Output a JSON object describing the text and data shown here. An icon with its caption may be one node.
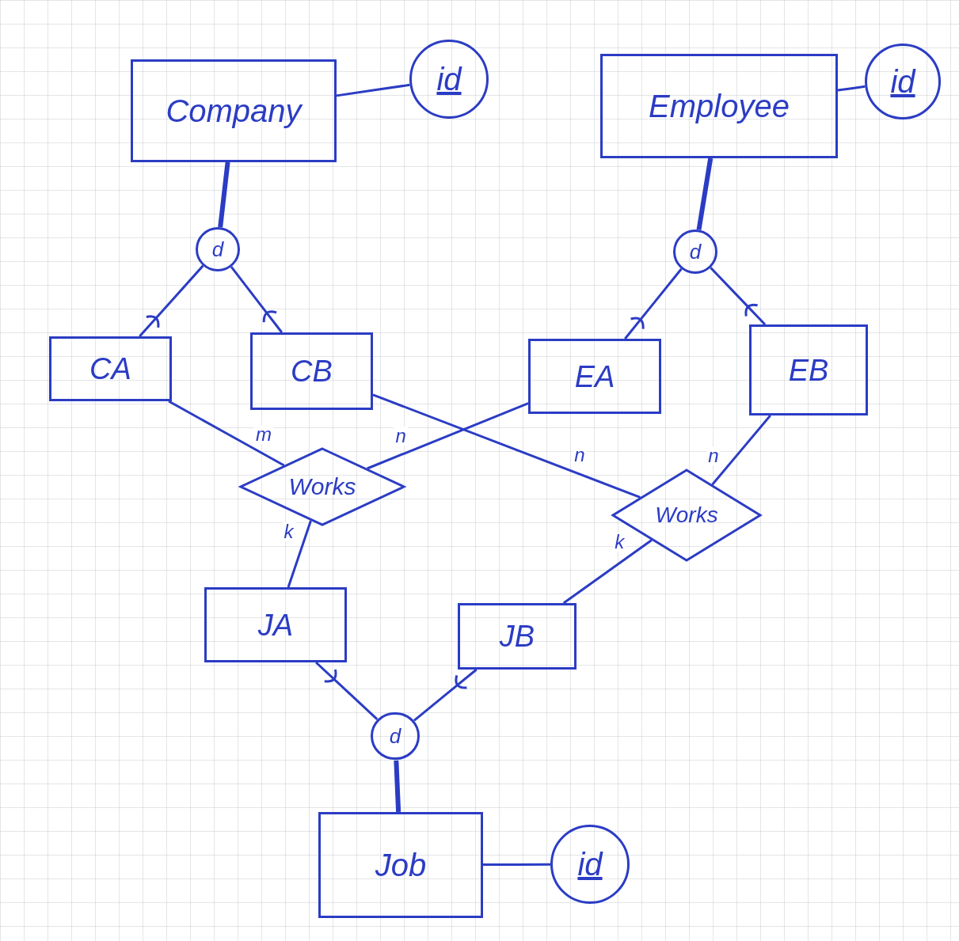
{
  "diagram": {
    "nodes": [
      {
        "text": [
          "Company"
        ]
      },
      {
        "text": [
          "id"
        ]
      },
      {
        "text": [
          "Employee"
        ]
      },
      {
        "text": [
          "id"
        ]
      },
      {
        "text": [
          "d"
        ]
      },
      {
        "text": [
          "d"
        ]
      },
      {
        "text": [
          "CA"
        ]
      },
      {
        "text": [
          "CB"
        ]
      },
      {
        "text": [
          "EA"
        ]
      },
      {
        "text": [
          "EB"
        ]
      },
      {
        "text": [
          "Works"
        ]
      },
      {
        "text": [
          "Works"
        ]
      },
      {
        "text": [
          "JA"
        ]
      },
      {
        "text": [
          "JB"
        ]
      },
      {
        "text": [
          "d"
        ]
      },
      {
        "text": [
          "Job"
        ]
      },
      {
        "text": [
          "id"
        ]
      }
    ],
    "edges": [
      {
        "from": 0,
        "to": 1,
        "arrow": "none"
      },
      {
        "from": 2,
        "to": 3,
        "arrow": "none"
      },
      {
        "from": 0,
        "to": 4,
        "arrow": "none",
        "style": "thick"
      },
      {
        "from": 2,
        "to": 5,
        "arrow": "none",
        "style": "thick"
      },
      {
        "from": 4,
        "to": 6,
        "arrow": "other"
      },
      {
        "from": 4,
        "to": 7,
        "arrow": "other"
      },
      {
        "from": 5,
        "to": 8,
        "arrow": "other"
      },
      {
        "from": 5,
        "to": 9,
        "arrow": "other"
      },
      {
        "from": 6,
        "to": 10,
        "arrow": "none",
        "label": "m"
      },
      {
        "from": 8,
        "to": 10,
        "arrow": "none",
        "label": "n"
      },
      {
        "from": 7,
        "to": 11,
        "arrow": "none",
        "label": "n"
      },
      {
        "from": 9,
        "to": 11,
        "arrow": "none",
        "label": "n"
      },
      {
        "from": 12,
        "to": 10,
        "arrow": "none",
        "label": "k"
      },
      {
        "from": 13,
        "to": 11,
        "arrow": "none",
        "label": "k"
      },
      {
        "from": 14,
        "to": 12,
        "arrow": "other"
      },
      {
        "from": 14,
        "to": 13,
        "arrow": "other"
      },
      {
        "from": 15,
        "to": 14,
        "arrow": "none",
        "style": "thick"
      },
      {
        "from": 15,
        "to": 16,
        "arrow": "none"
      }
    ]
  }
}
